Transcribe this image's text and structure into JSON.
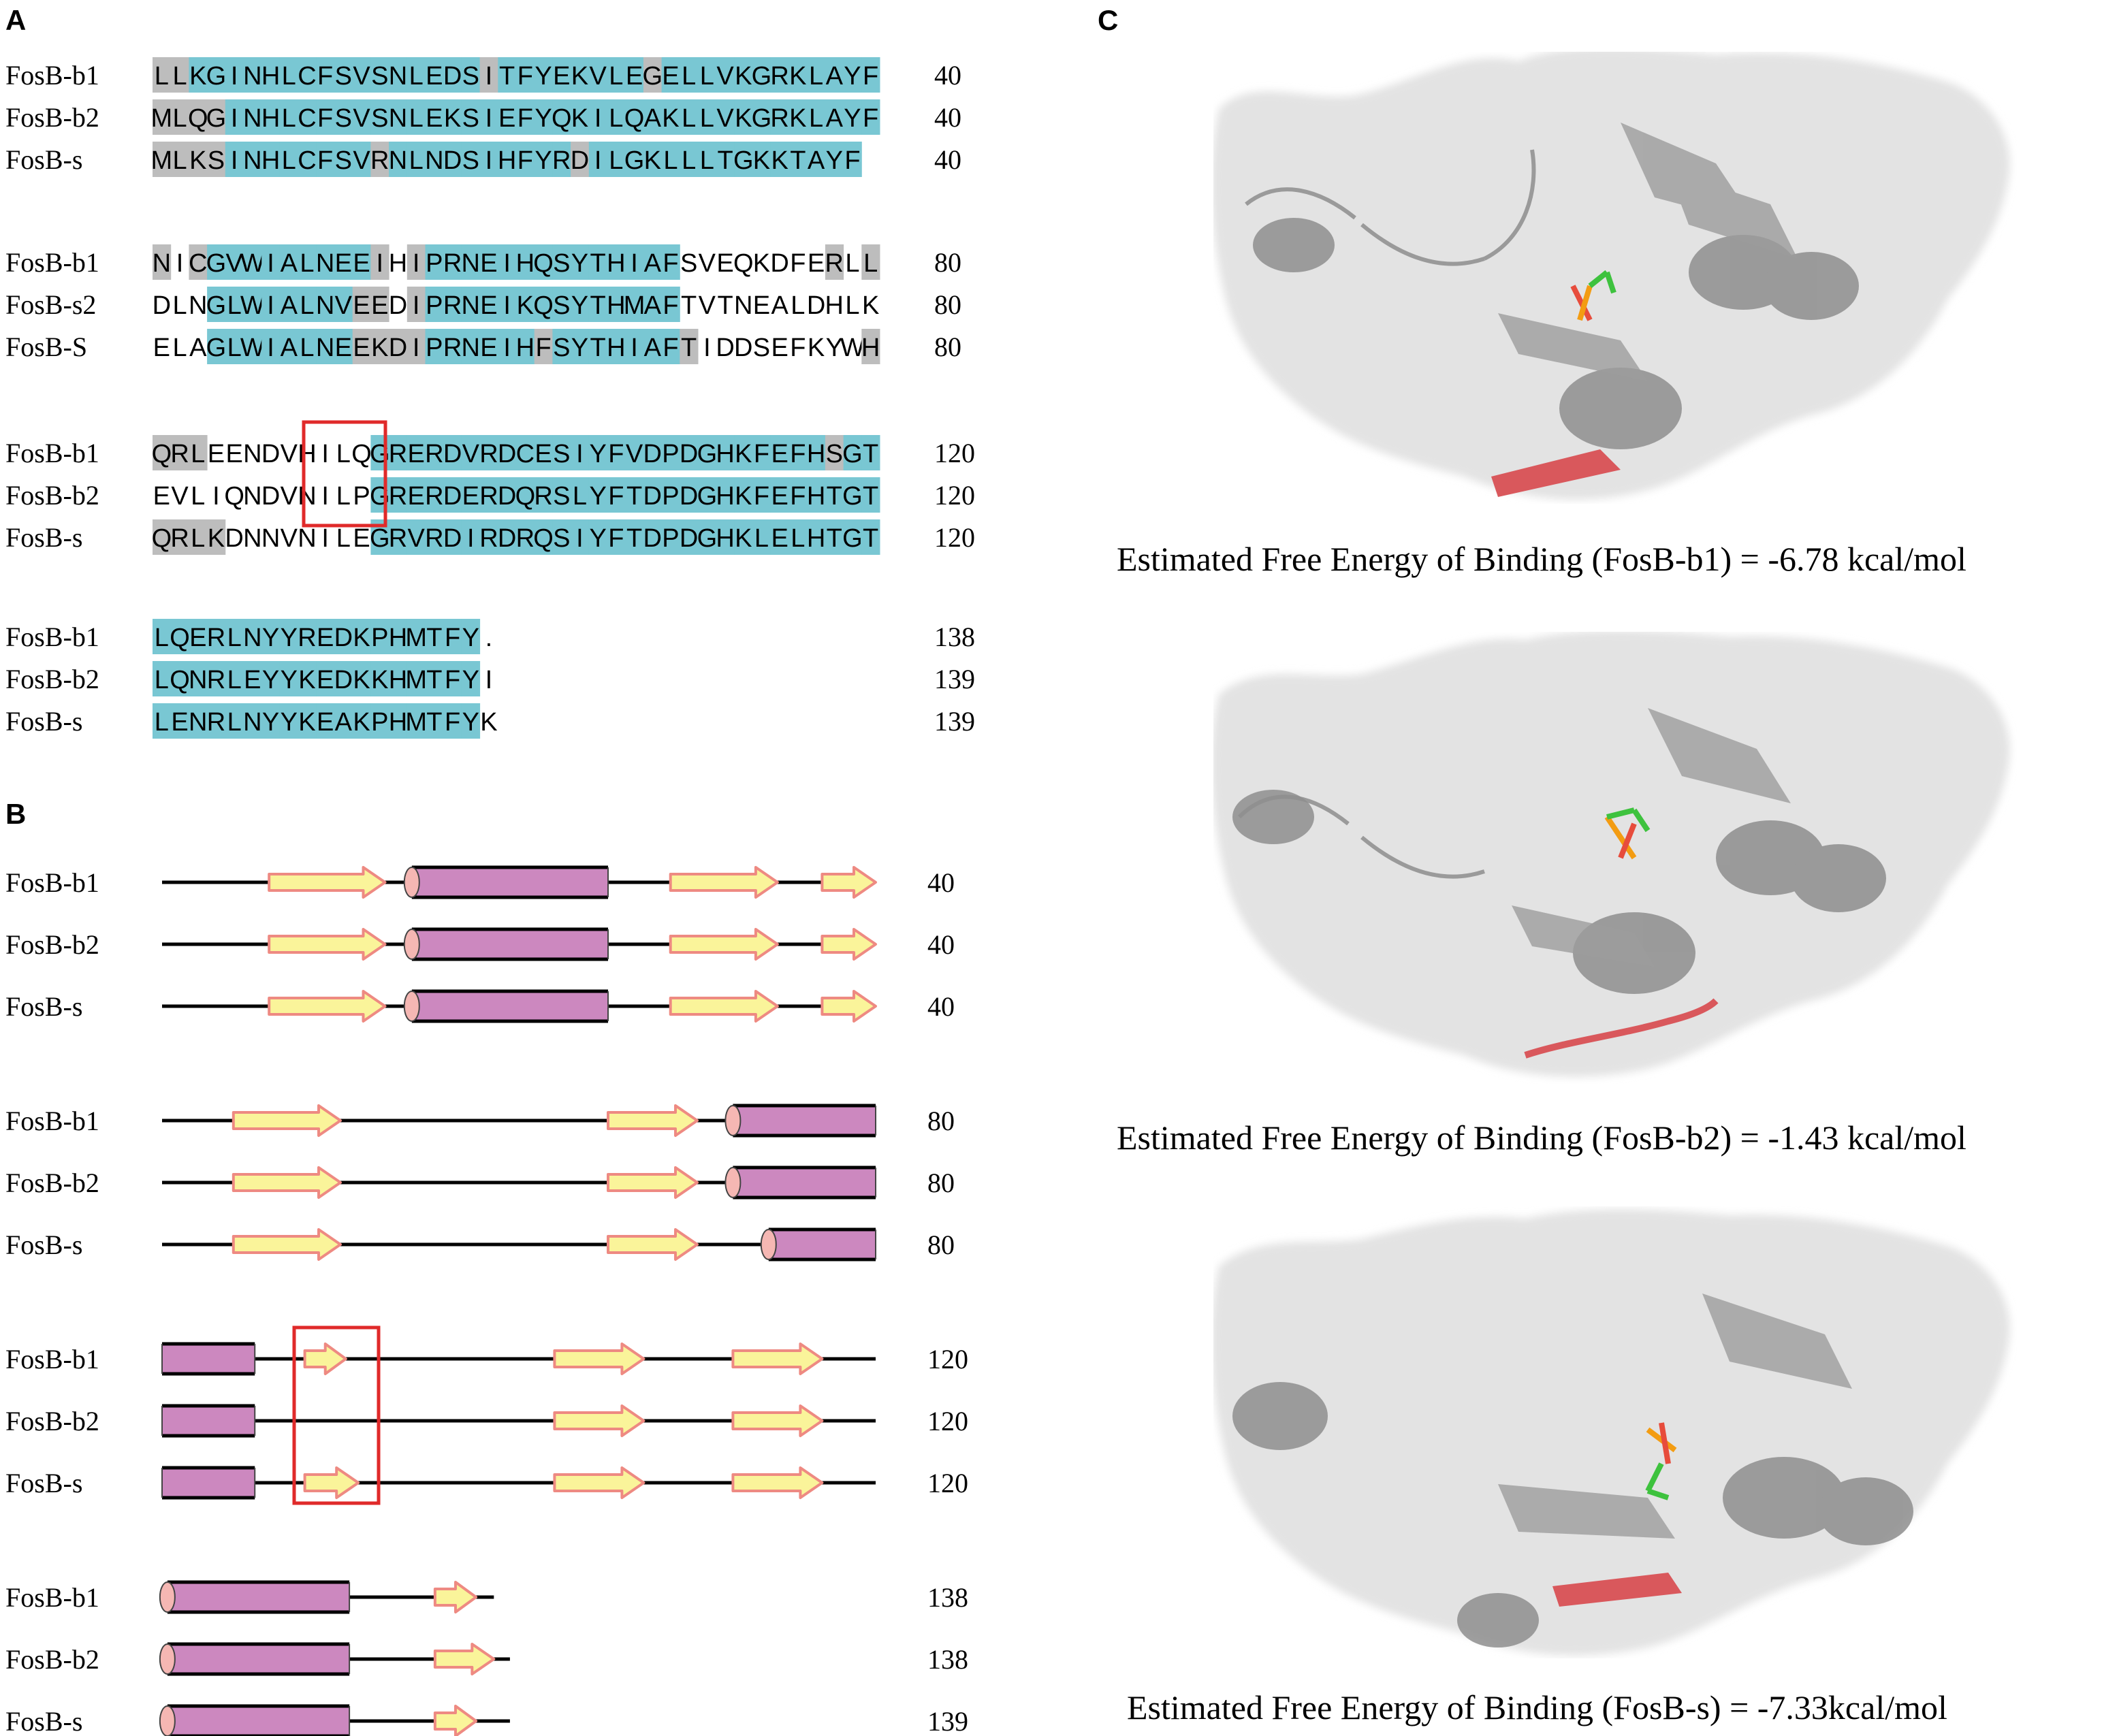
{
  "panels": {
    "a": {
      "letter": "A"
    },
    "b": {
      "letter": "B"
    },
    "c": {
      "letter": "C"
    }
  },
  "colors": {
    "identical": "#79c7d3",
    "similar": "#bdbdbd",
    "helix": "#cc88bf",
    "helix_cap": "#f5b7b3",
    "strand_fill": "#faf49a",
    "strand_edge": "#ee8a82",
    "box": "#e02a2a",
    "surface": "#e6e6e6",
    "cartoon": "#8e8e8e",
    "highlight": "#d9585c"
  },
  "alignment": [
    {
      "end": "40",
      "rows": [
        {
          "name": "FosB-b1",
          "seq": "LLKGINHLCFSVSNLEDSITFYEKVLEGELLVKGRKLAYF",
          "shade": "GGCCCCCCCCCCCCCCCCGCCCCCCCCGCCCCCCCCCCCC"
        },
        {
          "name": "FosB-b2",
          "seq": "MLQGINHLCFSVSNLEKSIEFYQKILQAKLLVKGRKLAYF",
          "shade": "GGGGCCCCCCCCCCCCCCCCCCCCCCCCCCCCCCCCCCCC"
        },
        {
          "name": "FosB-s",
          "seq": "MLKSINHLCFSVRNLNDSIHFYRDILGKLLLTGKKTAYF",
          "shade": "GGGGCCCCCCCCGCCCCCCCCCCGCCCCCCCCCCCCCCC"
        }
      ]
    },
    {
      "end": "80",
      "rows": [
        {
          "name": "FosB-b1",
          "seq": "NICGVWIALNEEIHIPRNEIHQSYTHIAFSVEQKDFERLL",
          "shade": "GWGCCCCCCCCCGWGCCCCCCCCCCCCCCWWWWWWWWGWG"
        },
        {
          "name": "FosB-s2",
          "seq": "DLNGLWIALNVEEDIPRNEIKQSYTHMAFTVTNEALDHLK",
          "shade": "WWWCCCCCCCCGGWGCCCCCCCCCCCCCCWWWWWWWWWWW"
        },
        {
          "name": "FosB-S",
          "seq": "ELAGLWIALNEEKDIPRNEIHFSYTHIAFTIDDSEFKYWH",
          "shade": "WWWCCCCCCCCGGGGCCCCCCGCCCCCCCGWWWWWWWWWG"
        }
      ]
    },
    {
      "end": "120",
      "rows": [
        {
          "name": "FosB-b1",
          "seq": "QRLEENDVHILQGRERDVRDCESIYFVDPDGHKFEFHSGT",
          "shade": "GGGWWWWWWWWWCCCCCCCCCCCCCCCCCCCCCCCCCGCC"
        },
        {
          "name": "FosB-b2",
          "seq": "EVLIQNDVNILPGRERDERDQRSLYFTDPDGHKFEFHTGT",
          "shade": "WWWWWWWWWWWWCCCCCCCCCCCCCCCCCCCCCCCCCCCC"
        },
        {
          "name": "FosB-s",
          "seq": "QRLKDNNVNILEGRVRDIRDRQSIYFTDPDGHKLELHTGT",
          "shade": "GGGGWWWWWWWWCCCCCCCCCCCCCCCCCCCCCCCCCCCC"
        }
      ]
    },
    {
      "end": "",
      "rows": [
        {
          "name": "FosB-b1",
          "seq": "LQERLNYYREDKPHMTFY.",
          "shade": "CCCCCCCCCCCCCCCCCCW",
          "num": "138"
        },
        {
          "name": "FosB-b2",
          "seq": "LQNRLEYYKEDKKHMTFYI",
          "shade": "CCCCCCCCCCCCCCCCCCW",
          "num": "139"
        },
        {
          "name": "FosB-s",
          "seq": "LENRLNYYKEAKPHMTFYK",
          "shade": "CCCCCCCCCCCCCCCCCCW",
          "num": "139"
        }
      ]
    }
  ],
  "secondary_structure": [
    {
      "rows": [
        {
          "name": "FosB-b1",
          "num": "40",
          "line": [
            0,
            40
          ],
          "elements": [
            {
              "t": "strand",
              "s": 6,
              "e": 12.5
            },
            {
              "t": "helix",
              "s": 14,
              "e": 25
            },
            {
              "t": "strand",
              "s": 28.5,
              "e": 34.5
            },
            {
              "t": "strand",
              "s": 37,
              "e": 40
            }
          ]
        },
        {
          "name": "FosB-b2",
          "num": "40",
          "line": [
            0,
            40
          ],
          "elements": [
            {
              "t": "strand",
              "s": 6,
              "e": 12.5
            },
            {
              "t": "helix",
              "s": 14,
              "e": 25
            },
            {
              "t": "strand",
              "s": 28.5,
              "e": 34.5
            },
            {
              "t": "strand",
              "s": 37,
              "e": 40
            }
          ]
        },
        {
          "name": "FosB-s",
          "num": "40",
          "line": [
            0,
            40
          ],
          "elements": [
            {
              "t": "strand",
              "s": 6,
              "e": 12.5
            },
            {
              "t": "helix",
              "s": 14,
              "e": 25
            },
            {
              "t": "strand",
              "s": 28.5,
              "e": 34.5
            },
            {
              "t": "strand",
              "s": 37,
              "e": 40
            }
          ]
        }
      ]
    },
    {
      "rows": [
        {
          "name": "FosB-b1",
          "num": "80",
          "line": [
            0,
            40
          ],
          "elements": [
            {
              "t": "strand",
              "s": 4,
              "e": 10
            },
            {
              "t": "strand",
              "s": 25,
              "e": 30
            },
            {
              "t": "helix",
              "s": 32,
              "e": 40
            }
          ]
        },
        {
          "name": "FosB-b2",
          "num": "80",
          "line": [
            0,
            40
          ],
          "elements": [
            {
              "t": "strand",
              "s": 4,
              "e": 10
            },
            {
              "t": "strand",
              "s": 25,
              "e": 30
            },
            {
              "t": "helix",
              "s": 32,
              "e": 40
            }
          ]
        },
        {
          "name": "FosB-s",
          "num": "80",
          "line": [
            0,
            40
          ],
          "elements": [
            {
              "t": "strand",
              "s": 4,
              "e": 10
            },
            {
              "t": "strand",
              "s": 25,
              "e": 30
            },
            {
              "t": "helix",
              "s": 34,
              "e": 40
            }
          ]
        }
      ]
    },
    {
      "rows": [
        {
          "name": "FosB-b1",
          "num": "120",
          "line": [
            0,
            40
          ],
          "elements": [
            {
              "t": "helix",
              "s": 0,
              "e": 5.2,
              "flat": true
            },
            {
              "t": "strand",
              "s": 8,
              "e": 10.3
            },
            {
              "t": "strand",
              "s": 22,
              "e": 27
            },
            {
              "t": "strand",
              "s": 32,
              "e": 37
            }
          ]
        },
        {
          "name": "FosB-b2",
          "num": "120",
          "line": [
            0,
            40
          ],
          "elements": [
            {
              "t": "helix",
              "s": 0,
              "e": 5.2,
              "flat": true
            },
            {
              "t": "strand",
              "s": 22,
              "e": 27
            },
            {
              "t": "strand",
              "s": 32,
              "e": 37
            }
          ]
        },
        {
          "name": "FosB-s",
          "num": "120",
          "line": [
            0,
            40
          ],
          "elements": [
            {
              "t": "helix",
              "s": 0,
              "e": 5.2,
              "flat": true
            },
            {
              "t": "strand",
              "s": 8,
              "e": 11
            },
            {
              "t": "strand",
              "s": 22,
              "e": 27
            },
            {
              "t": "strand",
              "s": 32,
              "e": 37
            }
          ]
        }
      ]
    },
    {
      "rows": [
        {
          "name": "FosB-b1",
          "num": "138",
          "line": [
            0,
            18.6
          ],
          "elements": [
            {
              "t": "helix",
              "s": 0.3,
              "e": 10.5
            },
            {
              "t": "strand",
              "s": 15.3,
              "e": 17.6
            }
          ]
        },
        {
          "name": "FosB-b2",
          "num": "138",
          "line": [
            0,
            19.5
          ],
          "elements": [
            {
              "t": "helix",
              "s": 0.3,
              "e": 10.5
            },
            {
              "t": "strand",
              "s": 15.3,
              "e": 18.6
            }
          ]
        },
        {
          "name": "FosB-s",
          "num": "139",
          "line": [
            0,
            19.5
          ],
          "elements": [
            {
              "t": "helix",
              "s": 0.3,
              "e": 10.5
            },
            {
              "t": "strand",
              "s": 15.3,
              "e": 17.6
            }
          ]
        }
      ]
    }
  ],
  "docking": [
    {
      "label": "Estimated Free Energy of Binding (FosB-b1) = -6.78 kcal/mol",
      "energy": -6.78
    },
    {
      "label": "Estimated Free Energy of Binding (FosB-b2) = -1.43 kcal/mol",
      "energy": -1.43
    },
    {
      "label": "Estimated Free Energy of Binding (FosB-s) = -7.33kcal/mol",
      "energy": -7.33
    }
  ]
}
